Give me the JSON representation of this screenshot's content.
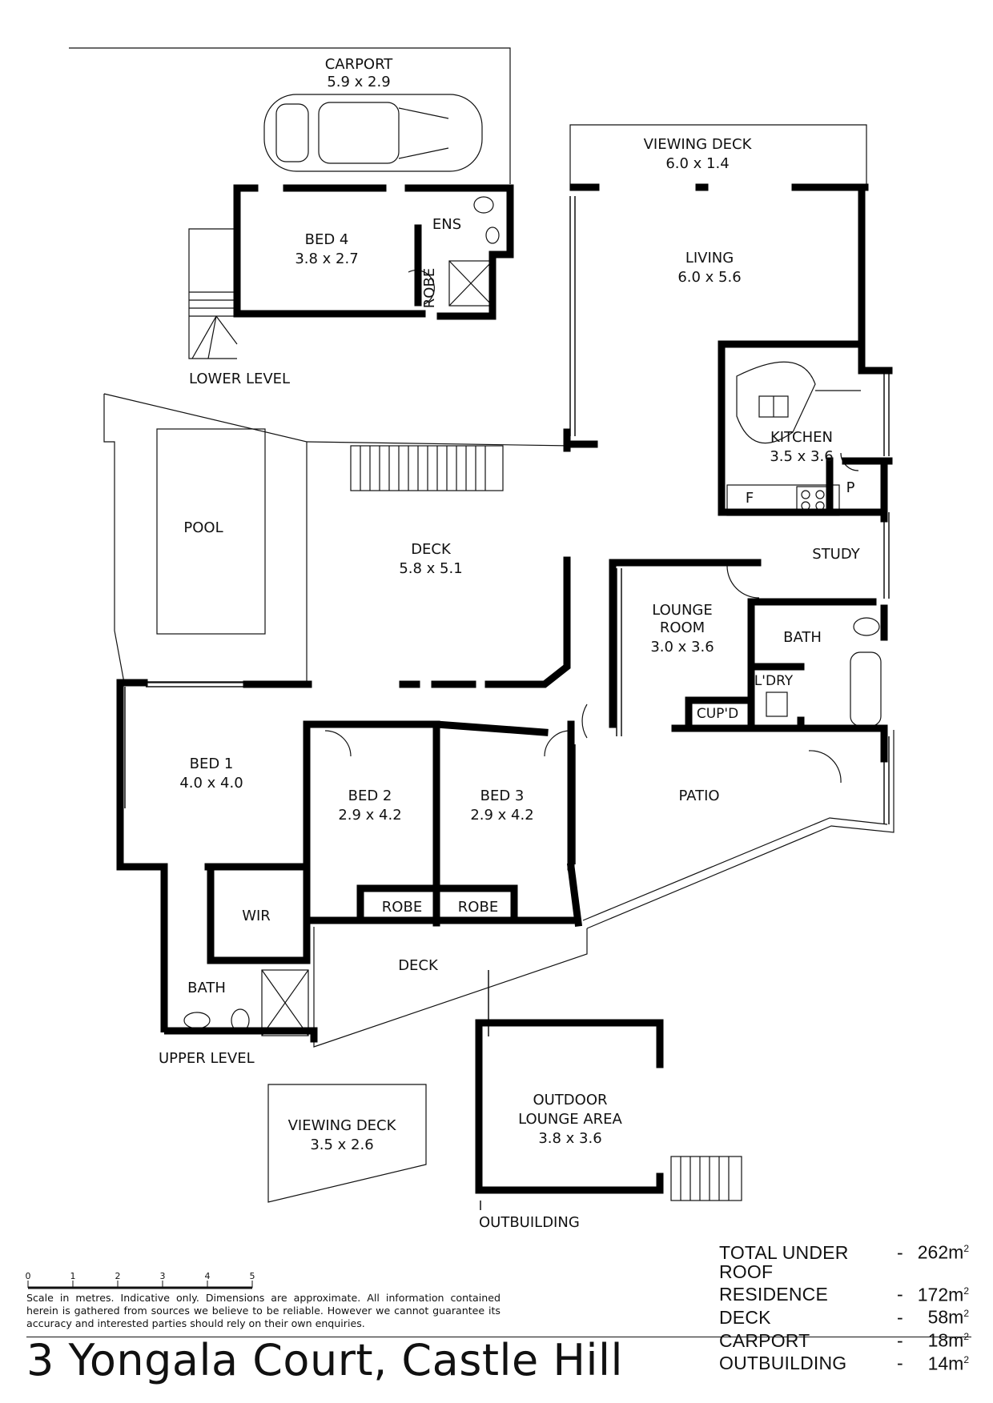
{
  "rooms": {
    "carport": {
      "name": "CARPORT",
      "size": "5.9 x 2.9"
    },
    "viewing_deck_top": {
      "name": "VIEWING DECK",
      "size": "6.0 x 1.4"
    },
    "bed4": {
      "name": "BED 4",
      "size": "3.8 x 2.7"
    },
    "ens": {
      "name": "ENS"
    },
    "robe_lower": {
      "name": "ROBE"
    },
    "living": {
      "name": "LIVING",
      "size": "6.0 x 5.6"
    },
    "kitchen": {
      "name": "KITCHEN",
      "size": "3.5 x 3.6"
    },
    "fridge": {
      "name": "F"
    },
    "pantry": {
      "name": "P"
    },
    "pool": {
      "name": "POOL"
    },
    "deck_main": {
      "name": "DECK",
      "size": "5.8 x 5.1"
    },
    "study": {
      "name": "STUDY"
    },
    "lounge": {
      "name_line1": "LOUNGE",
      "name_line2": "ROOM",
      "size": "3.0 x 3.6"
    },
    "bath_right": {
      "name": "BATH"
    },
    "laundry": {
      "name": "L'DRY"
    },
    "cupd": {
      "name": "CUP'D"
    },
    "bed1": {
      "name": "BED 1",
      "size": "4.0 x 4.0"
    },
    "bed2": {
      "name": "BED 2",
      "size": "2.9 x 4.2"
    },
    "bed3": {
      "name": "BED 3",
      "size": "2.9 x 4.2"
    },
    "patio": {
      "name": "PATIO"
    },
    "robe2": {
      "name": "ROBE"
    },
    "robe3": {
      "name": "ROBE"
    },
    "wir": {
      "name": "WIR"
    },
    "bath_left": {
      "name": "BATH"
    },
    "deck_lower": {
      "name": "DECK"
    },
    "viewing_deck_bottom": {
      "name": "VIEWING DECK",
      "size": "3.5 x 2.6"
    },
    "outdoor_lounge": {
      "name_line1": "OUTDOOR",
      "name_line2": "LOUNGE AREA",
      "size": "3.8 x 3.6"
    }
  },
  "levels": {
    "lower": "LOWER LEVEL",
    "upper": "UPPER LEVEL",
    "outbuilding": "OUTBUILDING"
  },
  "scale_bar": {
    "ticks": [
      "0",
      "1",
      "2",
      "3",
      "4",
      "5"
    ]
  },
  "areas": [
    {
      "label": "TOTAL UNDER ROOF",
      "dash": "-",
      "value": "262m",
      "unit_sup": "2"
    },
    {
      "label": "RESIDENCE",
      "dash": "-",
      "value": "172m",
      "unit_sup": "2"
    },
    {
      "label": "DECK",
      "dash": "-",
      "value": "58m",
      "unit_sup": "2"
    },
    {
      "label": "CARPORT",
      "dash": "-",
      "value": "18m",
      "unit_sup": "2"
    },
    {
      "label": "OUTBUILDING",
      "dash": "-",
      "value": "14m",
      "unit_sup": "2"
    }
  ],
  "disclaimer": "Scale in metres. Indicative only. Dimensions are approximate. All information contained herein is gathered from sources we believe to be reliable. However we cannot guarantee its accuracy and interested parties should rely on their own enquiries.",
  "address": "3 Yongala Court, Castle Hill"
}
